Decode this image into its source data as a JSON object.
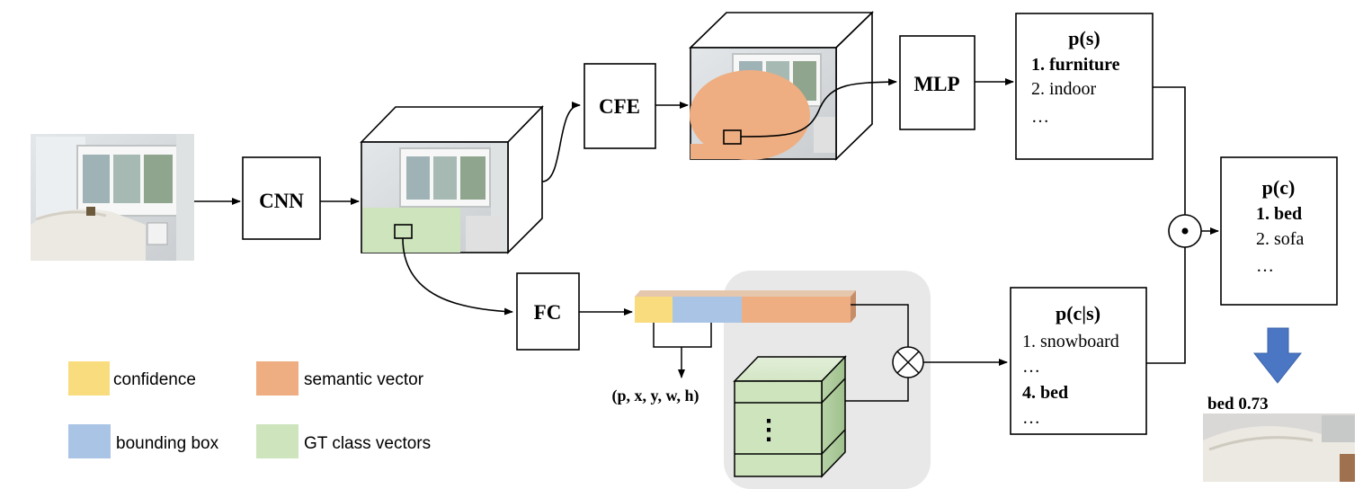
{
  "modules": {
    "cnn": "CNN",
    "cfe": "CFE",
    "mlp": "MLP",
    "fc": "FC"
  },
  "ps_box": {
    "title": "p(s)",
    "items": [
      "1. furniture",
      "2. indoor",
      "…"
    ]
  },
  "pc_box": {
    "title": "p(c)",
    "items": [
      "1. bed",
      "2. sofa",
      "…"
    ]
  },
  "pcs_box": {
    "title": "p(c|s)",
    "items": [
      "1. snowboard",
      "…",
      "4. bed",
      "…"
    ]
  },
  "vector_annotation": "(p, x, y, w, h)",
  "detection_label": "bed 0.73",
  "legend": {
    "confidence": "confidence",
    "semantic_vector": "semantic vector",
    "bounding_box": "bounding box",
    "gt_class_vectors": "GT class vectors"
  },
  "stack_ellipsis": "⋮",
  "operators": {
    "hadamard": "⊙",
    "cross": "⊗"
  },
  "colors": {
    "confidence": "#f8dc7e",
    "bounding_box": "#a9c4e4",
    "semantic_vector": "#eeae82",
    "gt_class_vectors": "#cde4bd",
    "gray_panel": "#e8e8e8",
    "down_arrow": "#4a76c3"
  }
}
